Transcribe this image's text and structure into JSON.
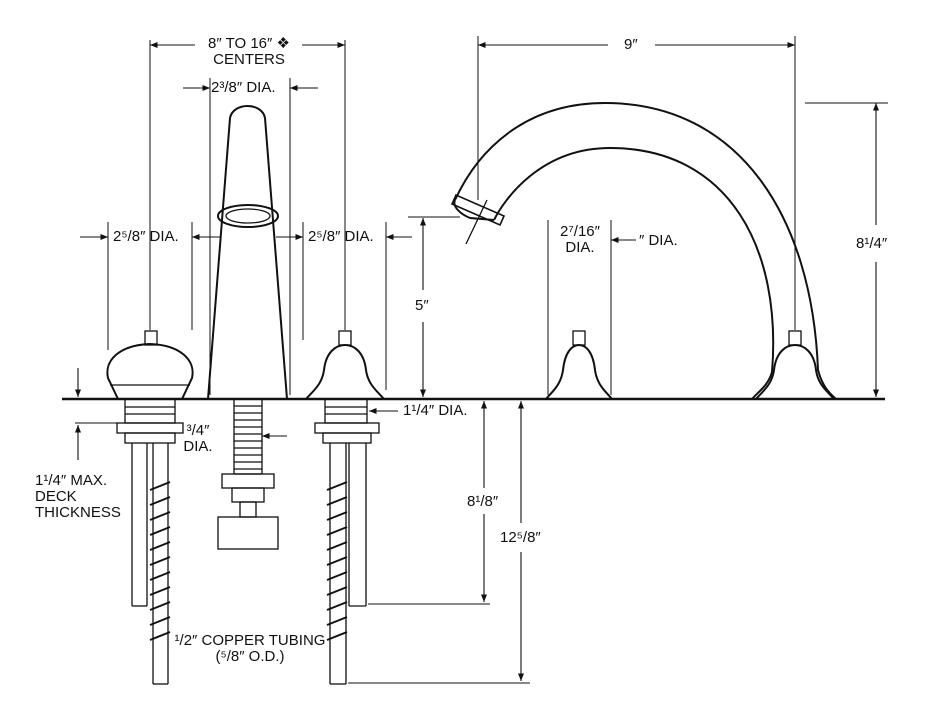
{
  "labels": {
    "centers_line1": "8″ TO 16″ ❖",
    "centers_line2": "CENTERS",
    "spray_dia": "2³/8″ DIA.",
    "left_handle_dia": "2⁵/8″ DIA.",
    "right_handle_dia": "2⁵/8″ DIA.",
    "spout_reach": "9″",
    "spout_height": "8¹/4″",
    "spout_base_dia_line1": "2⁷/16″",
    "spout_base_dia_line2": "DIA.",
    "spout_base_dia_suffix": "″ DIA.",
    "handle_height": "5″",
    "shank_dia": "1¹/4″ DIA.",
    "spray_shank_line1": "³/4″",
    "spray_shank_line2": "DIA.",
    "deck_line1": "1¹/4″ MAX.",
    "deck_line2": "DECK",
    "deck_line3": "THICKNESS",
    "below_deck_1": "8¹/8″",
    "below_deck_2": "12⁵/8″",
    "tubing_line1": "¹/2″ COPPER TUBING",
    "tubing_line2": "(⁵/8″ O.D.)"
  }
}
